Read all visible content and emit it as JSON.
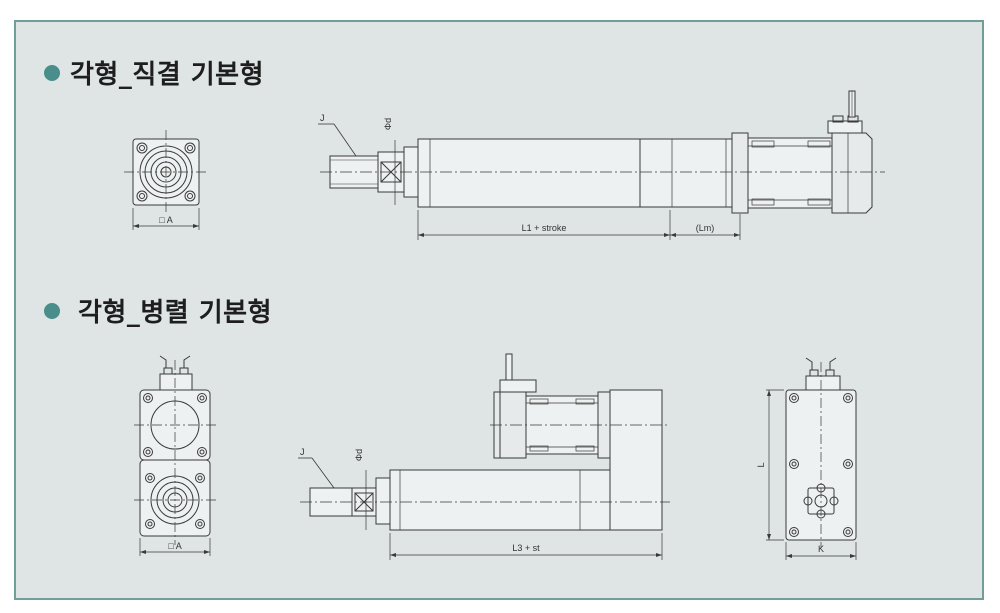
{
  "sections": [
    {
      "title": "각형_직결 기본형"
    },
    {
      "title": "각형_병렬 기본형"
    }
  ],
  "labels": {
    "square_a": "□ A",
    "j": "J",
    "phi_d": "Φd",
    "l1_stroke": "L1 + stroke",
    "lm": "(Lm)",
    "l3_st": "L3 + st",
    "l": "L",
    "k": "K"
  },
  "colors": {
    "accent": "#4a8e8c",
    "panel_bg": "#dfe4e4",
    "panel_border": "#6f9e9b",
    "line": "#3a3a3a"
  }
}
